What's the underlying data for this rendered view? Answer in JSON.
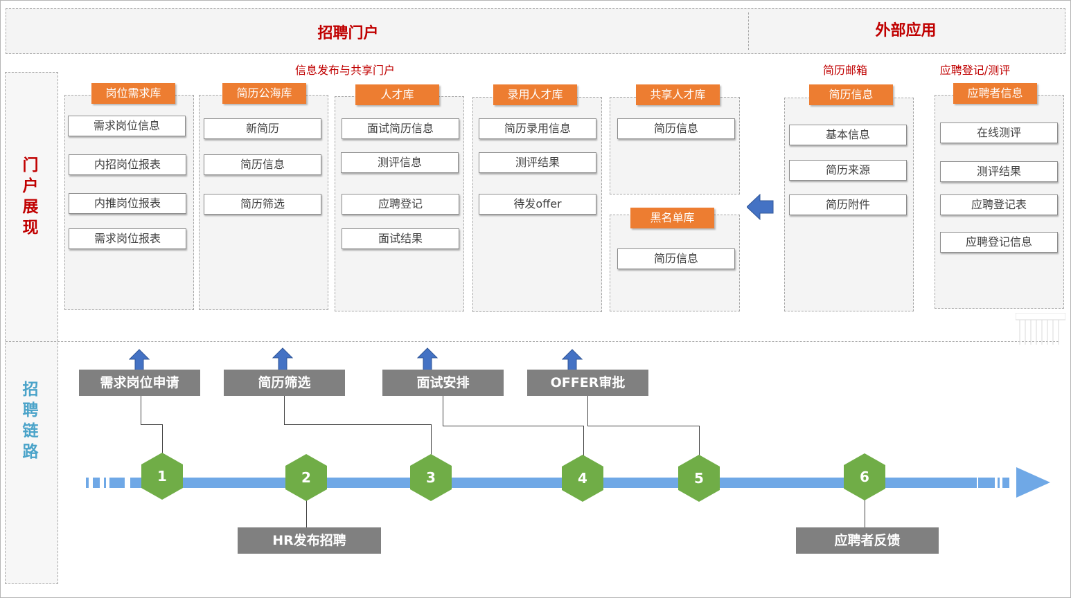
{
  "header": {
    "portal_title": "招聘门户",
    "external_title": "外部应用",
    "portal_subtitle": "信息发布与共享门户",
    "mailbox_label": "简历邮箱",
    "registration_label": "应聘登记/测评"
  },
  "side_labels": {
    "portal_display": [
      "门",
      "户",
      "展",
      "现"
    ],
    "recruit_chain": [
      "招",
      "聘",
      "链",
      "路"
    ]
  },
  "libraries": [
    {
      "title": "岗位需求库",
      "items": [
        "需求岗位信息",
        "内招岗位报表",
        "内推岗位报表",
        "需求岗位报表"
      ]
    },
    {
      "title": "简历公海库",
      "items": [
        "新简历",
        "简历信息",
        "简历筛选"
      ]
    },
    {
      "title": "人才库",
      "items": [
        "面试简历信息",
        "测评信息",
        "应聘登记",
        "面试结果"
      ]
    },
    {
      "title": "录用人才库",
      "items": [
        "简历录用信息",
        "测评结果",
        "待发offer"
      ]
    },
    {
      "title": "共享人才库",
      "items": [
        "简历信息"
      ]
    },
    {
      "title": "黑名单库",
      "items": [
        "简历信息"
      ]
    }
  ],
  "external": [
    {
      "title": "简历信息",
      "items": [
        "基本信息",
        "简历来源",
        "简历附件"
      ]
    },
    {
      "title": "应聘者信息",
      "items": [
        "在线测评",
        "测评结果",
        "应聘登记表",
        "应聘登记信息"
      ]
    }
  ],
  "stages_top": [
    "需求岗位申请",
    "简历筛选",
    "面试安排",
    "OFFER审批"
  ],
  "stages_bottom": [
    "HR发布招聘",
    "应聘者反馈"
  ],
  "steps": [
    "1",
    "2",
    "3",
    "4",
    "5",
    "6"
  ],
  "colors": {
    "accent_red": "#c00000",
    "header_orange": "#ed7d31",
    "stage_gray": "#808080",
    "step_green": "#70ad47",
    "timeline_blue": "#6fa8e6",
    "arrow_blue": "#4472c4",
    "chain_label": "#4aa3c9"
  }
}
